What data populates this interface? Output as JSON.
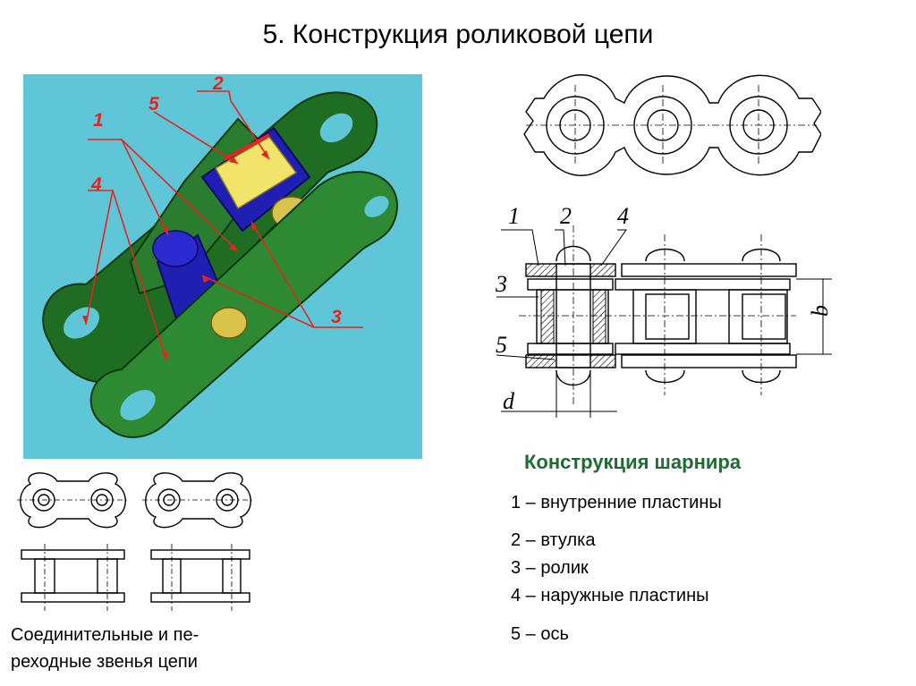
{
  "title": "5. Конструкция роликовой цепи",
  "render_labels": {
    "l1": "1",
    "l2": "2",
    "l3": "3",
    "l4": "4",
    "l5": "5"
  },
  "drawing_labels": {
    "n1": "1",
    "n2": "2",
    "n3": "3",
    "n4": "4",
    "n5": "5",
    "d": "d",
    "b": "b"
  },
  "hinge_title": "Конструкция шарнира",
  "legend": [
    "1 – внутренние пластины",
    "2 – втулка",
    "3 – ролик",
    "4 – наружные пластины",
    "5 – ось"
  ],
  "caption": {
    "line1": "Соединительные и пе-",
    "line2": "реходные звенья цепи"
  },
  "colors": {
    "background": "#5ec6d6",
    "plate": "#1b5e20",
    "roller": "#1f1fb4",
    "bushing": "#f2e36a",
    "label": "#e8231e",
    "title_green": "#1f6b32"
  }
}
